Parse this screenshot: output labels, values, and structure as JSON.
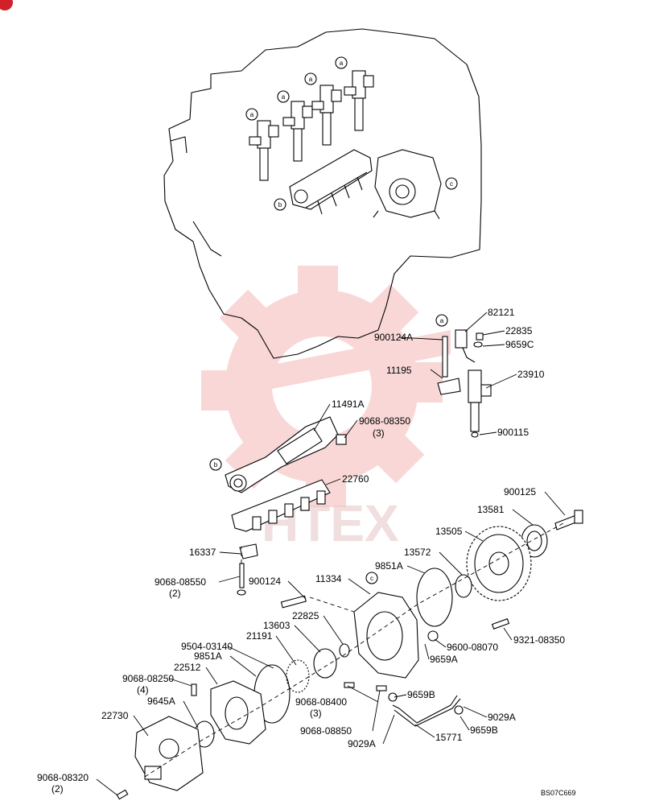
{
  "diagram": {
    "labels": {
      "p82121": "82121",
      "p22835": "22835",
      "p900124A": "900124A",
      "p9659C": "9659C",
      "p11195": "11195",
      "p23910": "23910",
      "p900115": "900115",
      "p11491A": "11491A",
      "p9068_08350": "9068-08350",
      "p9068_08350_qty": "(3)",
      "p22760": "22760",
      "p900125": "900125",
      "p13581": "13581",
      "p13505": "13505",
      "p13572": "13572",
      "p9851A_upper": "9851A",
      "p16337": "16337",
      "p9068_08550": "9068-08550",
      "p9068_08550_qty": "(2)",
      "p900124": "900124",
      "p11334": "11334",
      "p22825": "22825",
      "p13603": "13603",
      "p21191": "21191",
      "p9504_03140": "9504-03140",
      "p9851A_lower": "9851A",
      "p22512": "22512",
      "p9068_08250": "9068-08250",
      "p9068_08250_qty": "(4)",
      "p9645A": "9645A",
      "p22730": "22730",
      "p9068_08320": "9068-08320",
      "p9068_08320_qty": "(2)",
      "p9068_08400": "9068-08400",
      "p9068_08400_qty": "(3)",
      "p9068_08850": "9068-08850",
      "p9029A_left": "9029A",
      "p15771": "15771",
      "p9659B_upper": "9659B",
      "p9659B_lower": "9659B",
      "p9029A_right": "9029A",
      "p9600_08070": "9600-08070",
      "p9659A": "9659A",
      "p9321_08350": "9321-08350"
    },
    "callouts": {
      "a": "a",
      "b": "b",
      "c": "c"
    },
    "figure_code": "BS07C669",
    "watermark_text": "HTEX",
    "colors": {
      "line": "#000000",
      "watermark": "#f2b0b0",
      "corner_badge": "#d0202a"
    },
    "icons": [
      "watermark-gear-icon",
      "corner-badge-icon"
    ]
  }
}
